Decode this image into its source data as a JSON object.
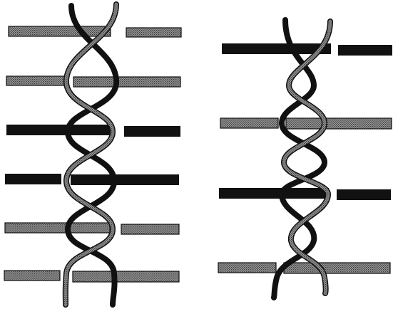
{
  "colors": {
    "background": "#ffffff",
    "solid": "#111111",
    "stipple_fill": "#9a9a9a",
    "stipple_dot": "#3a3a3a"
  },
  "left_panel": {
    "rods": [
      "stippled",
      "stippled",
      "solid",
      "solid",
      "stippled",
      "stippled"
    ],
    "strands": [
      "solid",
      "stippled"
    ]
  },
  "right_panel": {
    "rods": [
      "solid",
      "stippled",
      "solid",
      "stippled"
    ],
    "strands": [
      "solid",
      "stippled"
    ]
  }
}
